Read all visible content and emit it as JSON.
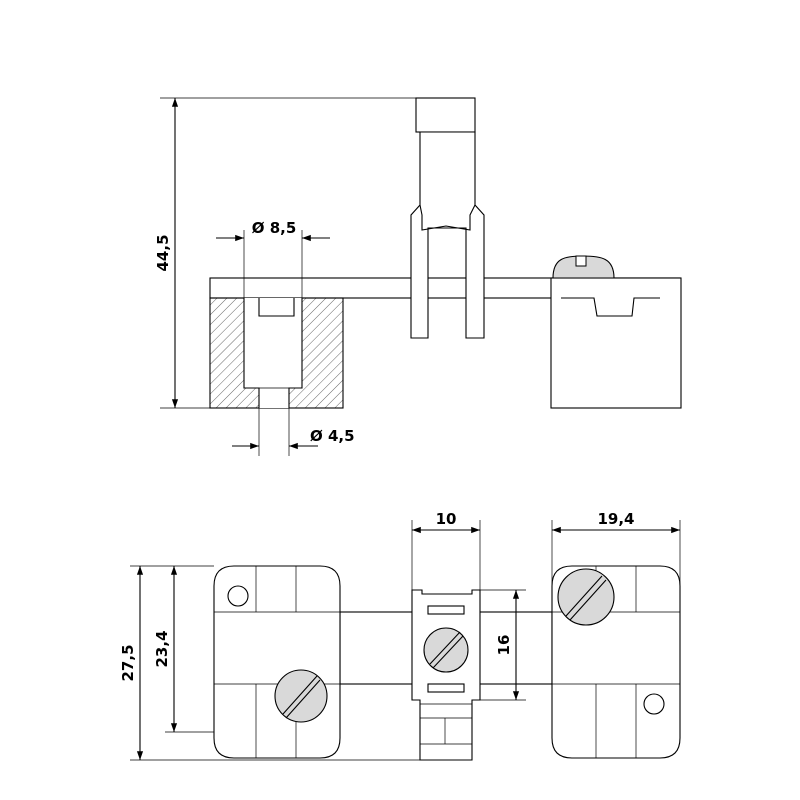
{
  "side_view": {
    "height_label": "44,5",
    "bore_large_label": "Ø 8,5",
    "bore_small_label": "Ø 4,5"
  },
  "top_view": {
    "width_center_label": "10",
    "width_right_label": "19,4",
    "height_outer_label": "27,5",
    "height_inner_label": "23,4",
    "height_center_label": "16"
  },
  "colors": {
    "line": "#000000",
    "screw_fill": "#d9d9d9",
    "background": "#ffffff"
  }
}
